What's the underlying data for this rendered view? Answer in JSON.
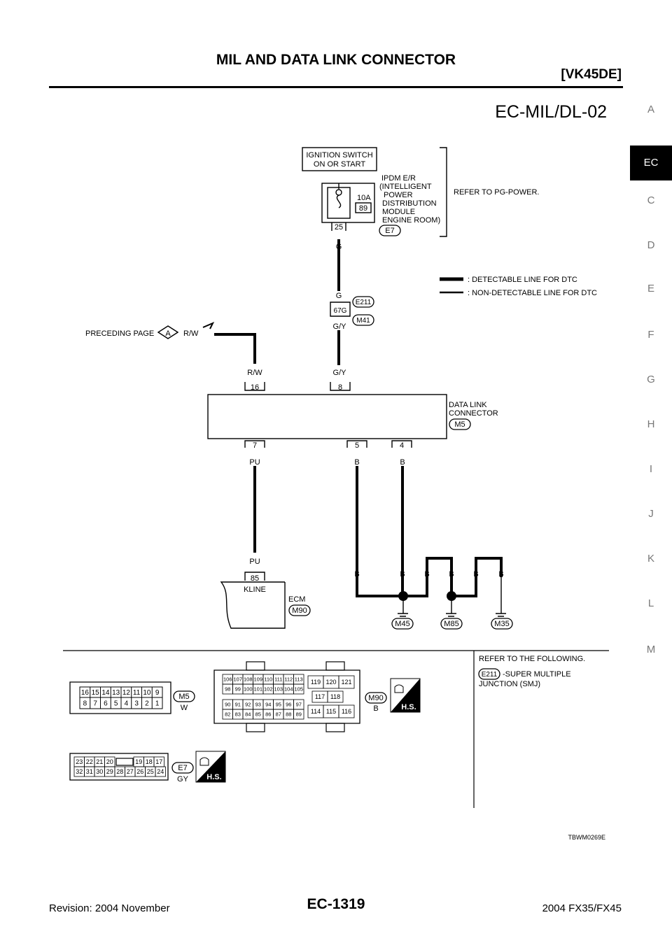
{
  "header": {
    "title": "MIL AND DATA LINK CONNECTOR",
    "engine": "[VK45DE]"
  },
  "diagram_id": "EC-MIL/DL-02",
  "side_nav": [
    "A",
    "EC",
    "C",
    "D",
    "E",
    "F",
    "G",
    "H",
    "I",
    "J",
    "K",
    "L",
    "M"
  ],
  "side_nav_active": "EC",
  "ignition": {
    "line1": "IGNITION SWITCH",
    "line2": "ON OR START"
  },
  "ipdm": {
    "lines": [
      "IPDM E/R",
      "(INTELLIGENT",
      "POWER",
      "DISTRIBUTION",
      "MODULE",
      "ENGINE ROOM)"
    ],
    "fuse_rating": "10A",
    "fuse_number": "89",
    "terminal": "25",
    "connector": "E7",
    "refer": "REFER TO PG-POWER."
  },
  "legend": {
    "detectable": ": DETECTABLE LINE FOR DTC",
    "non_detectable": ": NON-DETECTABLE LINE FOR DTC"
  },
  "wires": {
    "g_upper": "G",
    "g_lower": "G",
    "gy_upper": "G/Y",
    "gy_lower": "G/Y",
    "rw_left": "R/W",
    "rw_conn": "R/W",
    "pu_top": "PU",
    "pu_bottom": "PU",
    "b5": "B",
    "b4": "B",
    "g1": "B",
    "g2": "B",
    "g3": "B",
    "g4": "B",
    "g5": "B",
    "g6": "B"
  },
  "joint": {
    "terminal": "67G",
    "conn_a": "E211",
    "conn_b": "M41"
  },
  "preceding": {
    "label": "PRECEDING PAGE",
    "marker": "A"
  },
  "dlc": {
    "lines": [
      "DATA LINK",
      "CONNECTOR"
    ],
    "connector": "M5",
    "terminals": {
      "t16": "16",
      "t8": "8",
      "t7": "7",
      "t5": "5",
      "t4": "4"
    }
  },
  "ecm": {
    "label": "ECM",
    "connector": "M90",
    "terminal": "85",
    "pin_name": "KLINE"
  },
  "grounds": [
    "M45",
    "M85",
    "M35"
  ],
  "connectors": {
    "m5": {
      "id": "M5",
      "color": "W",
      "row1": [
        "16",
        "15",
        "14",
        "13",
        "12",
        "11",
        "10",
        "9"
      ],
      "row2": [
        "8",
        "7",
        "6",
        "5",
        "4",
        "3",
        "2",
        "1"
      ]
    },
    "m90": {
      "id": "M90",
      "color": "B",
      "row1": [
        "106",
        "107",
        "108",
        "109",
        "110",
        "111",
        "112",
        "113"
      ],
      "row2": [
        "98",
        "99",
        "100",
        "101",
        "102",
        "103",
        "104",
        "105"
      ],
      "row3": [
        "90",
        "91",
        "92",
        "93",
        "94",
        "95",
        "96",
        "97"
      ],
      "row4": [
        "82",
        "83",
        "84",
        "85",
        "86",
        "87",
        "88",
        "89"
      ],
      "side1": [
        "119",
        "120",
        "121"
      ],
      "side2": [
        "117",
        "118"
      ],
      "side3": [
        "114",
        "115",
        "116"
      ]
    },
    "e7": {
      "id": "E7",
      "color": "GY",
      "row1": [
        "23",
        "22",
        "21",
        "20",
        "",
        "19",
        "18",
        "17"
      ],
      "row2": [
        "32",
        "31",
        "30",
        "29",
        "28",
        "27",
        "26",
        "25",
        "24"
      ]
    },
    "hs_label": "H.S."
  },
  "refer_box": {
    "line1": "REFER TO THE FOLLOWING.",
    "conn": "E211",
    "line2": "-SUPER MULTIPLE",
    "line3": "JUNCTION (SMJ)"
  },
  "image_code": "TBWM0269E",
  "footer": {
    "revision": "Revision: 2004 November",
    "page": "EC-1319",
    "model": "2004 FX35/FX45"
  }
}
